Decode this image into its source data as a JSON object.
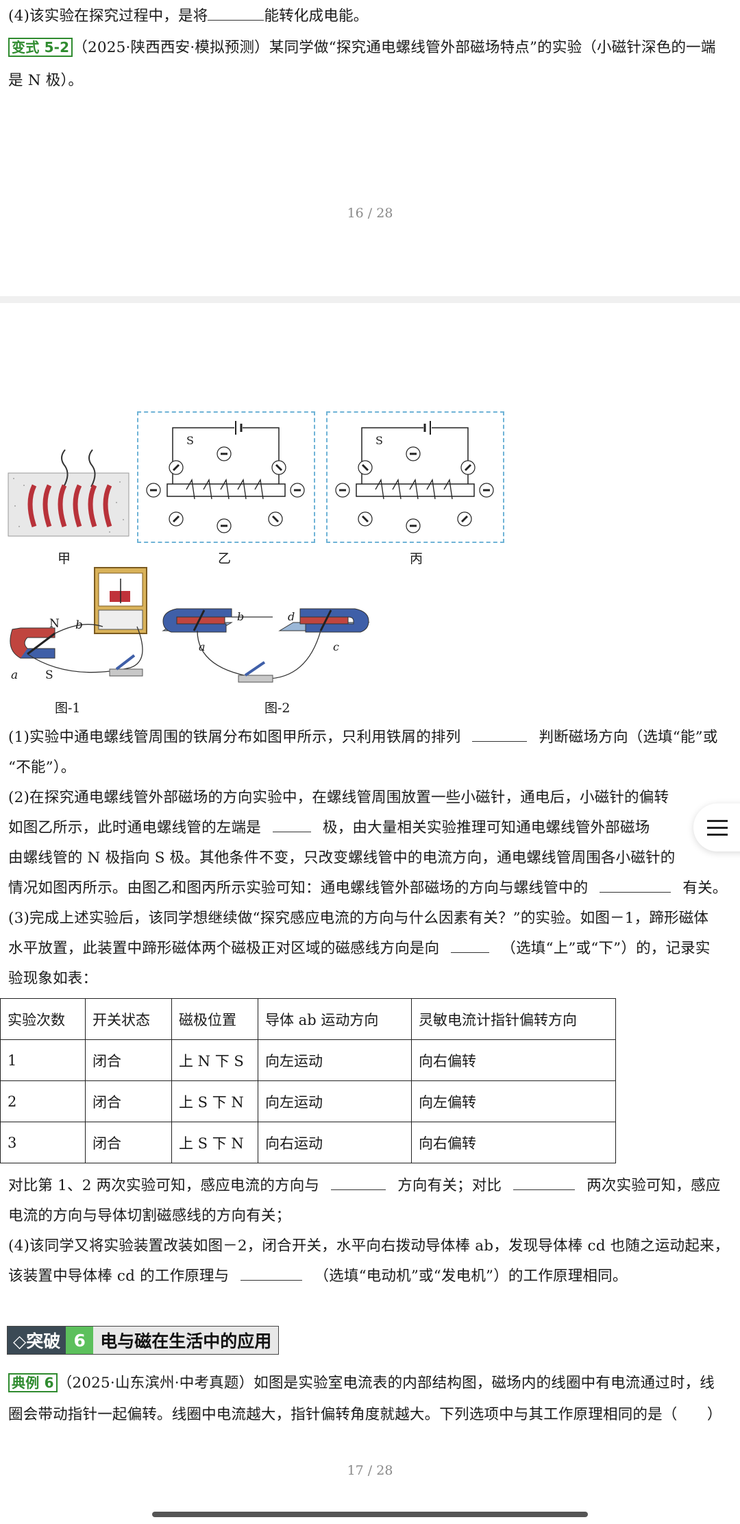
{
  "top": {
    "q4_prefix": "(4)该实验在探究过程中，是将",
    "q4_suffix": "能转化成电能。",
    "variant_tag": "变式 5-2",
    "variant_line1": "（2025·陕西西安·模拟预测）某同学做“探究通电螺线管外部磁场特点”的实验（小磁针深色的一端",
    "variant_line2": "是 N 极）。",
    "page_num": "16 / 28"
  },
  "figures": {
    "label_jia": "甲",
    "label_yi": "乙",
    "label_bing": "丙",
    "switch_s": "S",
    "fig1_label": "图-1",
    "fig2_label": "图-2",
    "fig1_n": "N",
    "fig1_b": "b",
    "fig1_a": "a",
    "fig1_s": "S",
    "fig2_a": "a",
    "fig2_b": "b",
    "fig2_c": "c",
    "fig2_d": "d"
  },
  "questions": {
    "q1_l1a": "(1)实验中通电螺线管周围的铁屑分布如图甲所示，只利用铁屑的排列",
    "q1_l1b": "判断磁场方向（选填“能”或",
    "q1_l2": "“不能”）。",
    "q2_l1": "(2)在探究通电螺线管外部磁场的方向实验中，在螺线管周围放置一些小磁针，通电后，小磁针的偏转",
    "q2_l2a": "如图乙所示，此时通电螺线管的左端是",
    "q2_l2b": "极，由大量相关实验推理可知通电螺线管外部磁场",
    "q2_l3": "由螺线管的 N 极指向 S 极。其他条件不变，只改变螺线管中的电流方向，通电螺线管周围各小磁针的",
    "q2_l4a": "情况如图丙所示。由图乙和图丙所示实验可知：通电螺线管外部磁场的方向与螺线管中的",
    "q2_l4b": "有关。",
    "q3_l1": "(3)完成上述实验后，该同学想继续做“探究感应电流的方向与什么因素有关？”的实验。如图－1，蹄形磁体",
    "q3_l2a": "水平放置，此装置中蹄形磁体两个磁极正对区域的磁感线方向是向",
    "q3_l2b": "（选填“上”或“下”）的，记录实",
    "q3_l3": "验现象如表：",
    "after_l1a": "对比第 1、2 两次实验可知，感应电流的方向与",
    "after_l1b": "方向有关；对比",
    "after_l1c": "两次实验可知，感应",
    "after_l2": "电流的方向与导体切割磁感线的方向有关；",
    "q4_l1": "(4)该同学又将实验装置改装如图－2，闭合开关，水平向右拨动导体棒 ab，发现导体棒 cd 也随之运动起来，",
    "q4_l2a": "该装置中导体棒 cd 的工作原理与",
    "q4_l2b": "（选填“电动机”或“发电机”）的工作原理相同。"
  },
  "table": {
    "headers": [
      "实验次数",
      "开关状态",
      "磁极位置",
      "导体 ab 运动方向",
      "灵敏电流计指针偏转方向"
    ],
    "rows": [
      [
        "1",
        "闭合",
        "上 N 下 S",
        "向左运动",
        "向右偏转"
      ],
      [
        "2",
        "闭合",
        "上 S 下 N",
        "向左运动",
        "向左偏转"
      ],
      [
        "3",
        "闭合",
        "上 S 下 N",
        "向右运动",
        "向右偏转"
      ]
    ]
  },
  "section": {
    "prefix": "◇突破",
    "number": "6",
    "title": "电与磁在生活中的应用"
  },
  "example": {
    "tag": "典例 6",
    "line1": "（2025·山东滨州·中考真题）如图是实验室电流表的内部结构图，磁场内的线圈中有电流通过时，线",
    "line2": "圈会带动指针一起偏转。线圈中电流越大，指针偏转角度就越大。下列选项中与其工作原理相同的是（　　）"
  },
  "bottom": {
    "page_num": "17 / 28"
  },
  "colors": {
    "accent_green": "#2f8b2f",
    "section_dark": "#3b4a55",
    "section_green": "#5cc05c",
    "dash_blue": "#6fb3d6"
  }
}
